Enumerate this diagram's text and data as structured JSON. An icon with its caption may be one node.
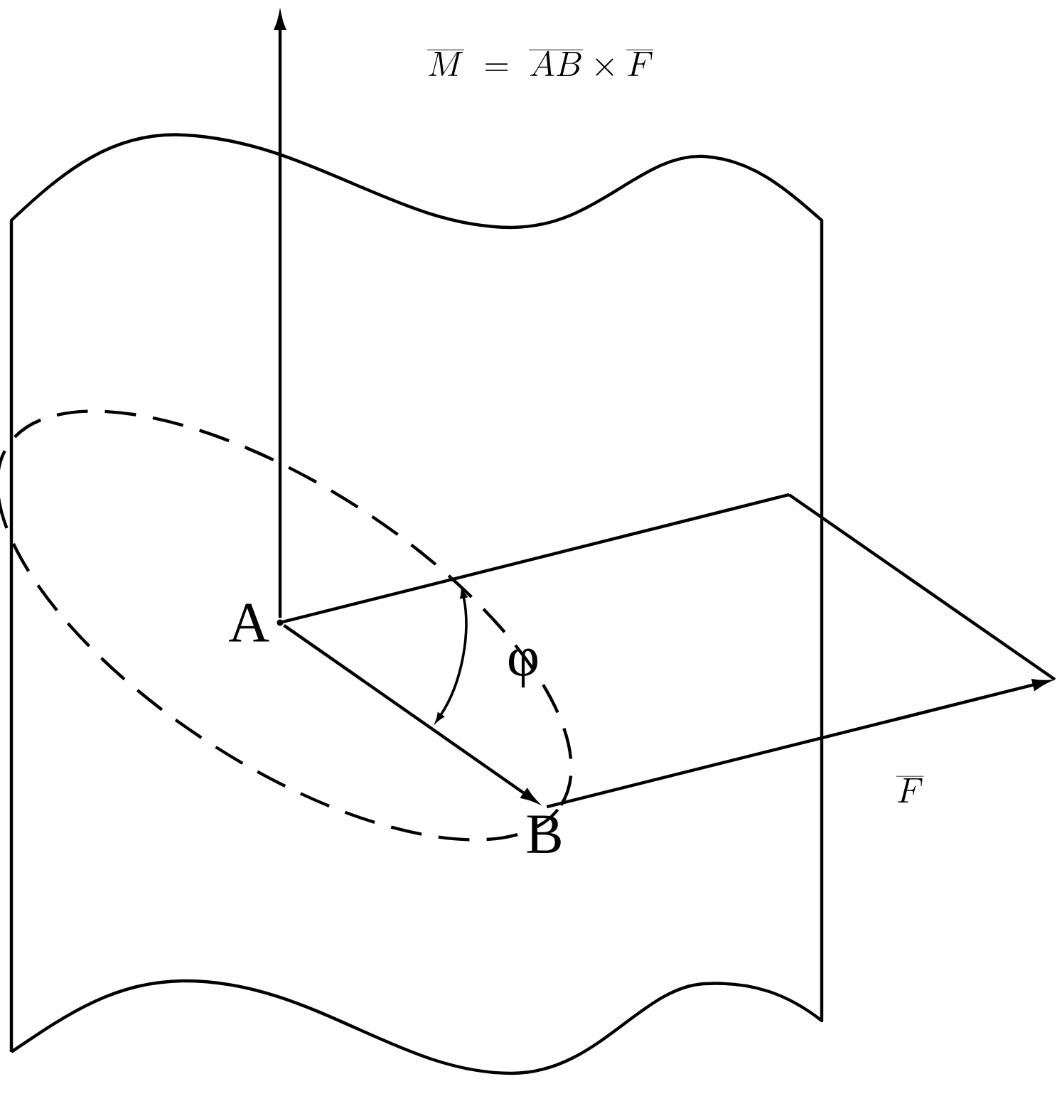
{
  "diagram": {
    "nodes": [
      {
        "text": [
          "A"
        ]
      },
      {
        "text": [
          "B"
        ]
      }
    ],
    "edges": [
      {
        "from": 0,
        "to": 1,
        "arrow": "to"
      },
      {
        "from": 1,
        "to": null,
        "arrow": "to",
        "label": "\\overline{F}"
      },
      {
        "from": 0,
        "to": null,
        "arrow": "to"
      }
    ],
    "labels": [
      "\\overline{M}\\;=\\;\\overline{AB}\\times\\overline{F}",
      "φ"
    ]
  }
}
